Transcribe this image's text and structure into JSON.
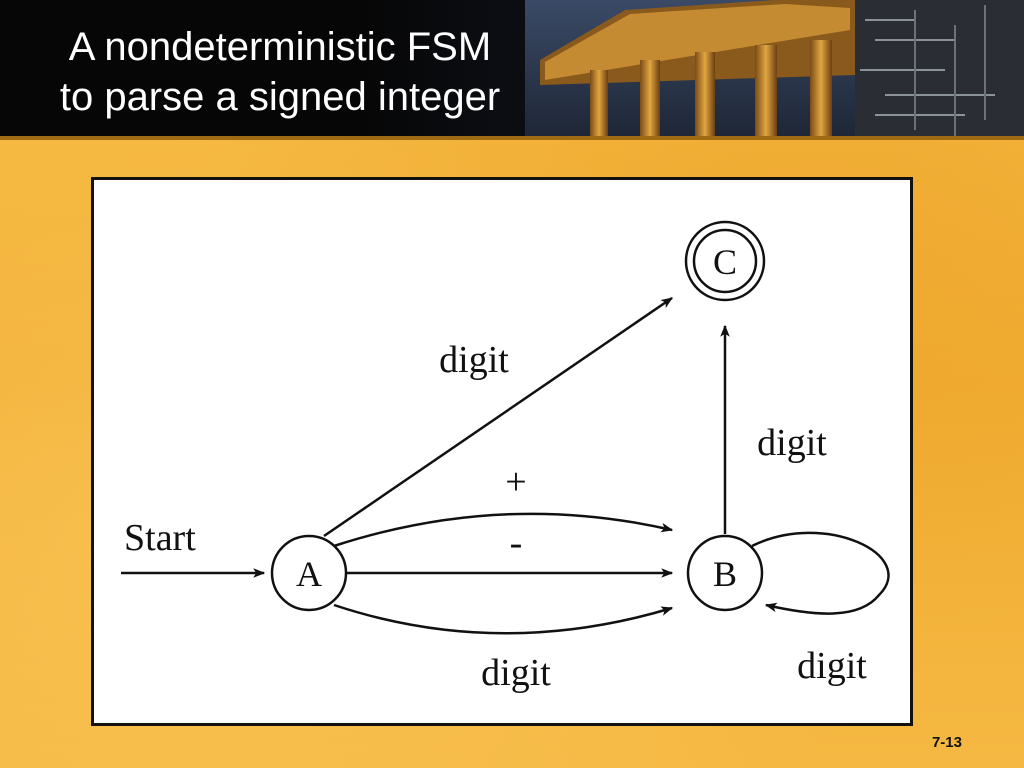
{
  "slide": {
    "title_lines": [
      "A nondeterministic FSM",
      "to parse a signed integer"
    ],
    "number": "7-13"
  },
  "diagram": {
    "states": {
      "a": "A",
      "b": "B",
      "c": "C"
    },
    "accepting_state": "C",
    "labels": {
      "start": "Start",
      "a_to_c": "digit",
      "a_to_b_plus": "+",
      "a_to_b_minus": "-",
      "a_to_b_digit": "digit",
      "b_to_c": "digit",
      "b_loop": "digit"
    }
  },
  "colors": {
    "background": "#F5B53A",
    "header": "#060606",
    "title_text": "#FFFFFF",
    "diagram_ink": "#111111"
  }
}
